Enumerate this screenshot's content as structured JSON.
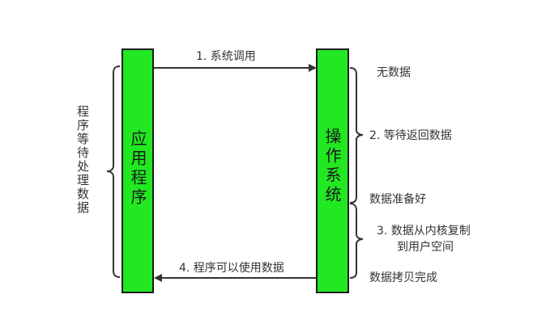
{
  "boxes": {
    "app": "应用程序",
    "os": "操作系统"
  },
  "arrows": {
    "syscall": "1. 系统调用",
    "usedata": "4. 程序可以使用数据"
  },
  "left_note": "程序等待处理数据",
  "right_notes": {
    "nodata": "无数据",
    "wait": "2. 等待返回数据",
    "ready": "数据准备好",
    "copy_line1": "3. 数据从内核复制",
    "copy_line2": "到用户空间",
    "done": "数据拷贝完成"
  },
  "colors": {
    "box_fill": "#22e822",
    "box_border": "#1a1a1a",
    "arrow": "#333333"
  }
}
